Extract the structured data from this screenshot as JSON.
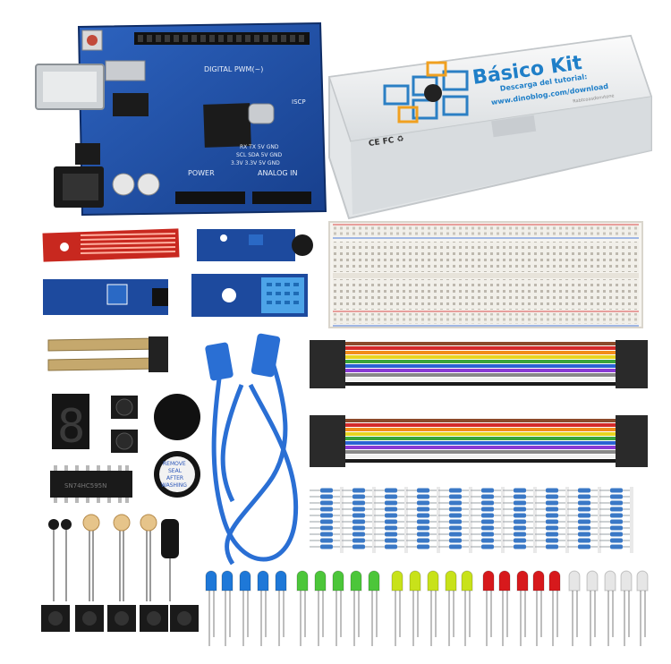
{
  "box": {
    "title": "Básico Kit",
    "line1": "Descarga del tutorial:",
    "line2": "www.dinoblog.com/download",
    "brand": "Rabtcoasdonvtone",
    "marks": "CE FC ♻"
  },
  "board": {
    "digital_label": "DIGITAL PWM(~)",
    "power_label": "POWER",
    "analog_label": "ANALOG IN",
    "iscp_label": "ISCP",
    "pins_text": "RX TX 5V GND",
    "pins_text2": "SCL SDA 5V GND",
    "pins_text3": "3.3V 3.3V 5V GND"
  },
  "buzzer": {
    "line1": "REMOVE",
    "line2": "SEAL",
    "line3": "AFTER",
    "line4": "WASHING"
  },
  "ic": {
    "label": "SN74HC595N"
  },
  "segment": {
    "digit": "8"
  },
  "colors": {
    "board": "#1f4fa3",
    "led_blue": "#1e78d8",
    "led_green": "#4cc63a",
    "led_yellow": "#c8e21a",
    "led_red": "#d7191c",
    "led_white": "#e6e6e6",
    "cable": "#2a6fd4"
  }
}
